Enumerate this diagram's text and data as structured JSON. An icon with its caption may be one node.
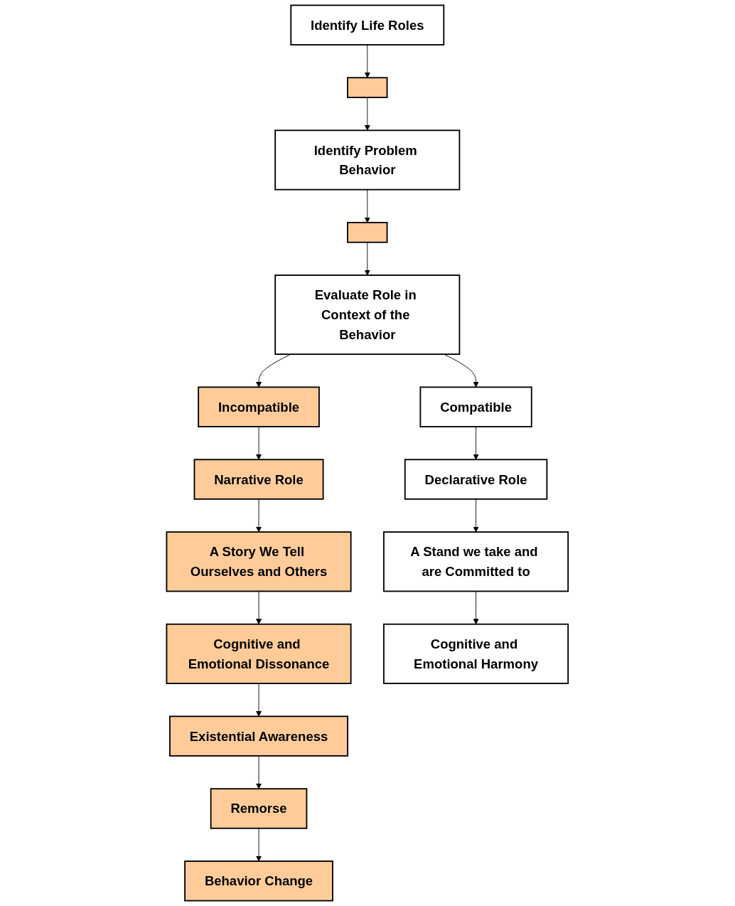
{
  "diagram": {
    "nodes": [
      {
        "text": [
          "Identify Life Roles"
        ]
      },
      {
        "text": [],
        "shape": "box"
      },
      {
        "text": [
          "Identify Problem Behavior"
        ]
      },
      {
        "text": [],
        "shape": "box"
      },
      {
        "text": [
          "Evaluate Role in Context of the Behavior"
        ]
      },
      {
        "text": [
          "Incompatible"
        ]
      },
      {
        "text": [
          "Compatible"
        ]
      },
      {
        "text": [
          "Narrative Role"
        ]
      },
      {
        "text": [
          "Declarative Role"
        ]
      },
      {
        "text": [
          "Behavior Change"
        ]
      },
      {
        "text": [
          "A Story We Tell Ourselves and Others"
        ]
      },
      {
        "text": [
          "A Stand we take and are Committed to"
        ]
      },
      {
        "text": [
          "Remorse"
        ]
      },
      {
        "text": [
          "Existential Awareness"
        ]
      },
      {
        "text": [
          "Cognitive and Emotional Dissonance"
        ]
      },
      {
        "text": [
          "Cognitive and Emotional Harmony"
        ]
      }
    ],
    "edges": [
      {
        "from": 0,
        "to": 1,
        "arrow": "to"
      },
      {
        "from": 1,
        "to": 2,
        "arrow": "to"
      },
      {
        "from": 2,
        "to": 3,
        "arrow": "to"
      },
      {
        "from": 3,
        "to": 4,
        "arrow": "to"
      },
      {
        "from": 4,
        "to": 5,
        "arrow": "to"
      },
      {
        "from": 4,
        "to": 6,
        "arrow": "to"
      },
      {
        "from": 5,
        "to": 7,
        "arrow": "to"
      },
      {
        "from": 6,
        "to": 8,
        "arrow": "to"
      },
      {
        "from": 7,
        "to": 10,
        "arrow": "to"
      },
      {
        "from": 8,
        "to": 11,
        "arrow": "to"
      },
      {
        "from": 10,
        "to": 14,
        "arrow": "to"
      },
      {
        "from": 11,
        "to": 15,
        "arrow": "to"
      },
      {
        "from": 14,
        "to": 13,
        "arrow": "to"
      },
      {
        "from": 13,
        "to": 12,
        "arrow": "to"
      },
      {
        "from": 12,
        "to": 9,
        "arrow": "to"
      }
    ]
  }
}
